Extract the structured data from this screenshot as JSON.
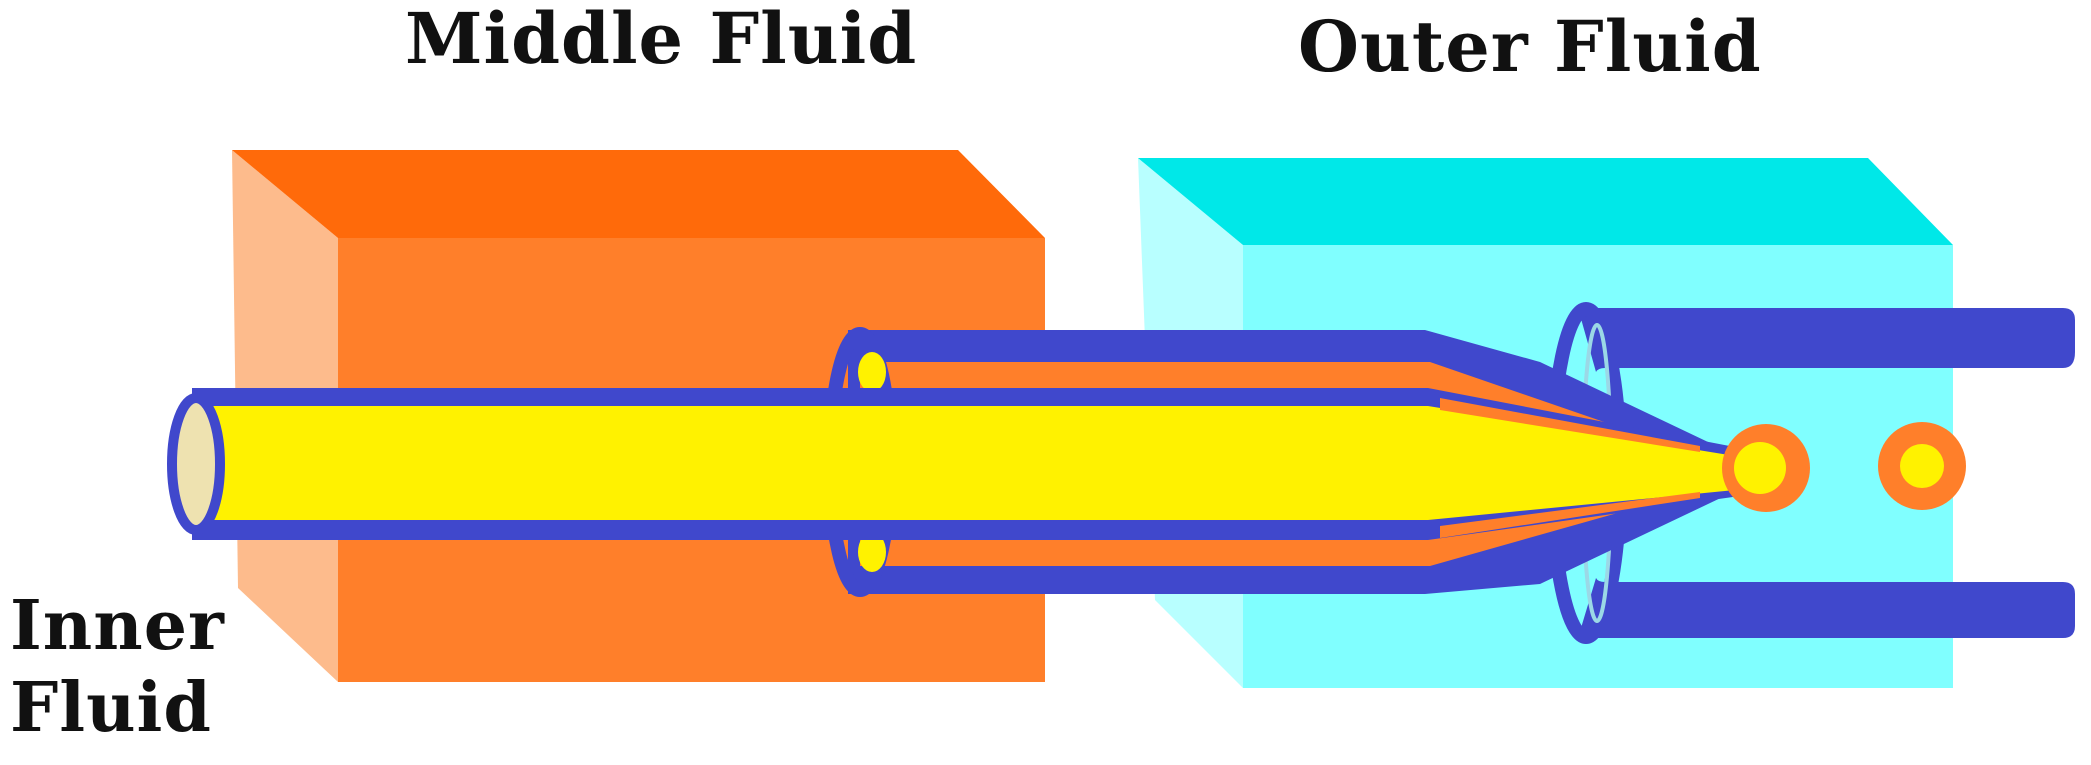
{
  "labels": {
    "middle_fluid": "Middle Fluid",
    "outer_fluid": "Outer Fluid",
    "inner_fluid_line1": "Inner",
    "inner_fluid_line2": "Fluid"
  },
  "colors": {
    "middle_fluid_block_front": "#FF7F2A",
    "middle_fluid_block_top": "#FF6A0A",
    "middle_fluid_block_side": "#FDBB8C",
    "outer_fluid_block_front": "#80FFFF",
    "outer_fluid_block_top": "#00E8E8",
    "outer_fluid_block_side": "#B8FFFF",
    "capillary_wall": "#4048CC",
    "inner_fluid": "#FFF200",
    "inner_fluid_end": "#EEE2B0",
    "middle_fluid_stream": "#FF7F2A",
    "droplet_shell": "#FF7F2A",
    "droplet_core": "#FFF200"
  },
  "icons": {
    "droplets": [
      "double-emulsion-droplet-icon",
      "double-emulsion-droplet-icon"
    ]
  }
}
